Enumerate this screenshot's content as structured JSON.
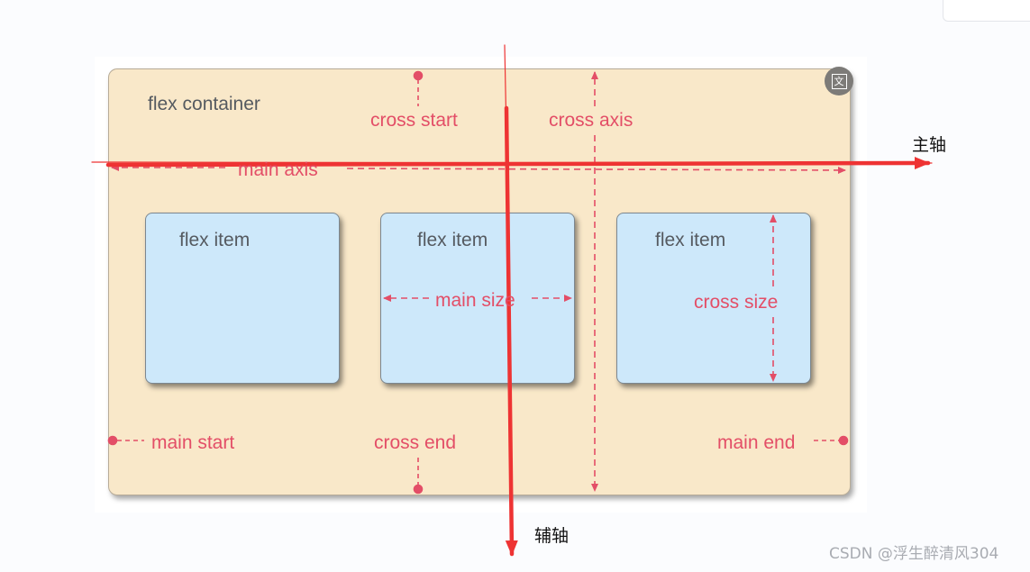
{
  "diagram": {
    "container_label": "flex container",
    "item_label": "flex item",
    "labels": {
      "cross_start": "cross start",
      "cross_axis": "cross axis",
      "main_axis": "main axis",
      "main_size": "main size",
      "cross_size": "cross size",
      "main_start": "main start",
      "cross_end": "cross end",
      "main_end": "main end"
    },
    "annotations": {
      "main_axis_cn": "主轴",
      "cross_axis_cn": "辅轴"
    },
    "translate_icon_glyph": "文",
    "colors": {
      "container_bg": "#f9e8c9",
      "item_bg": "#cde8fa",
      "label_red": "#e34e67",
      "arrow_red": "#ee3333"
    }
  },
  "watermark": "CSDN @浮生醉清风304"
}
